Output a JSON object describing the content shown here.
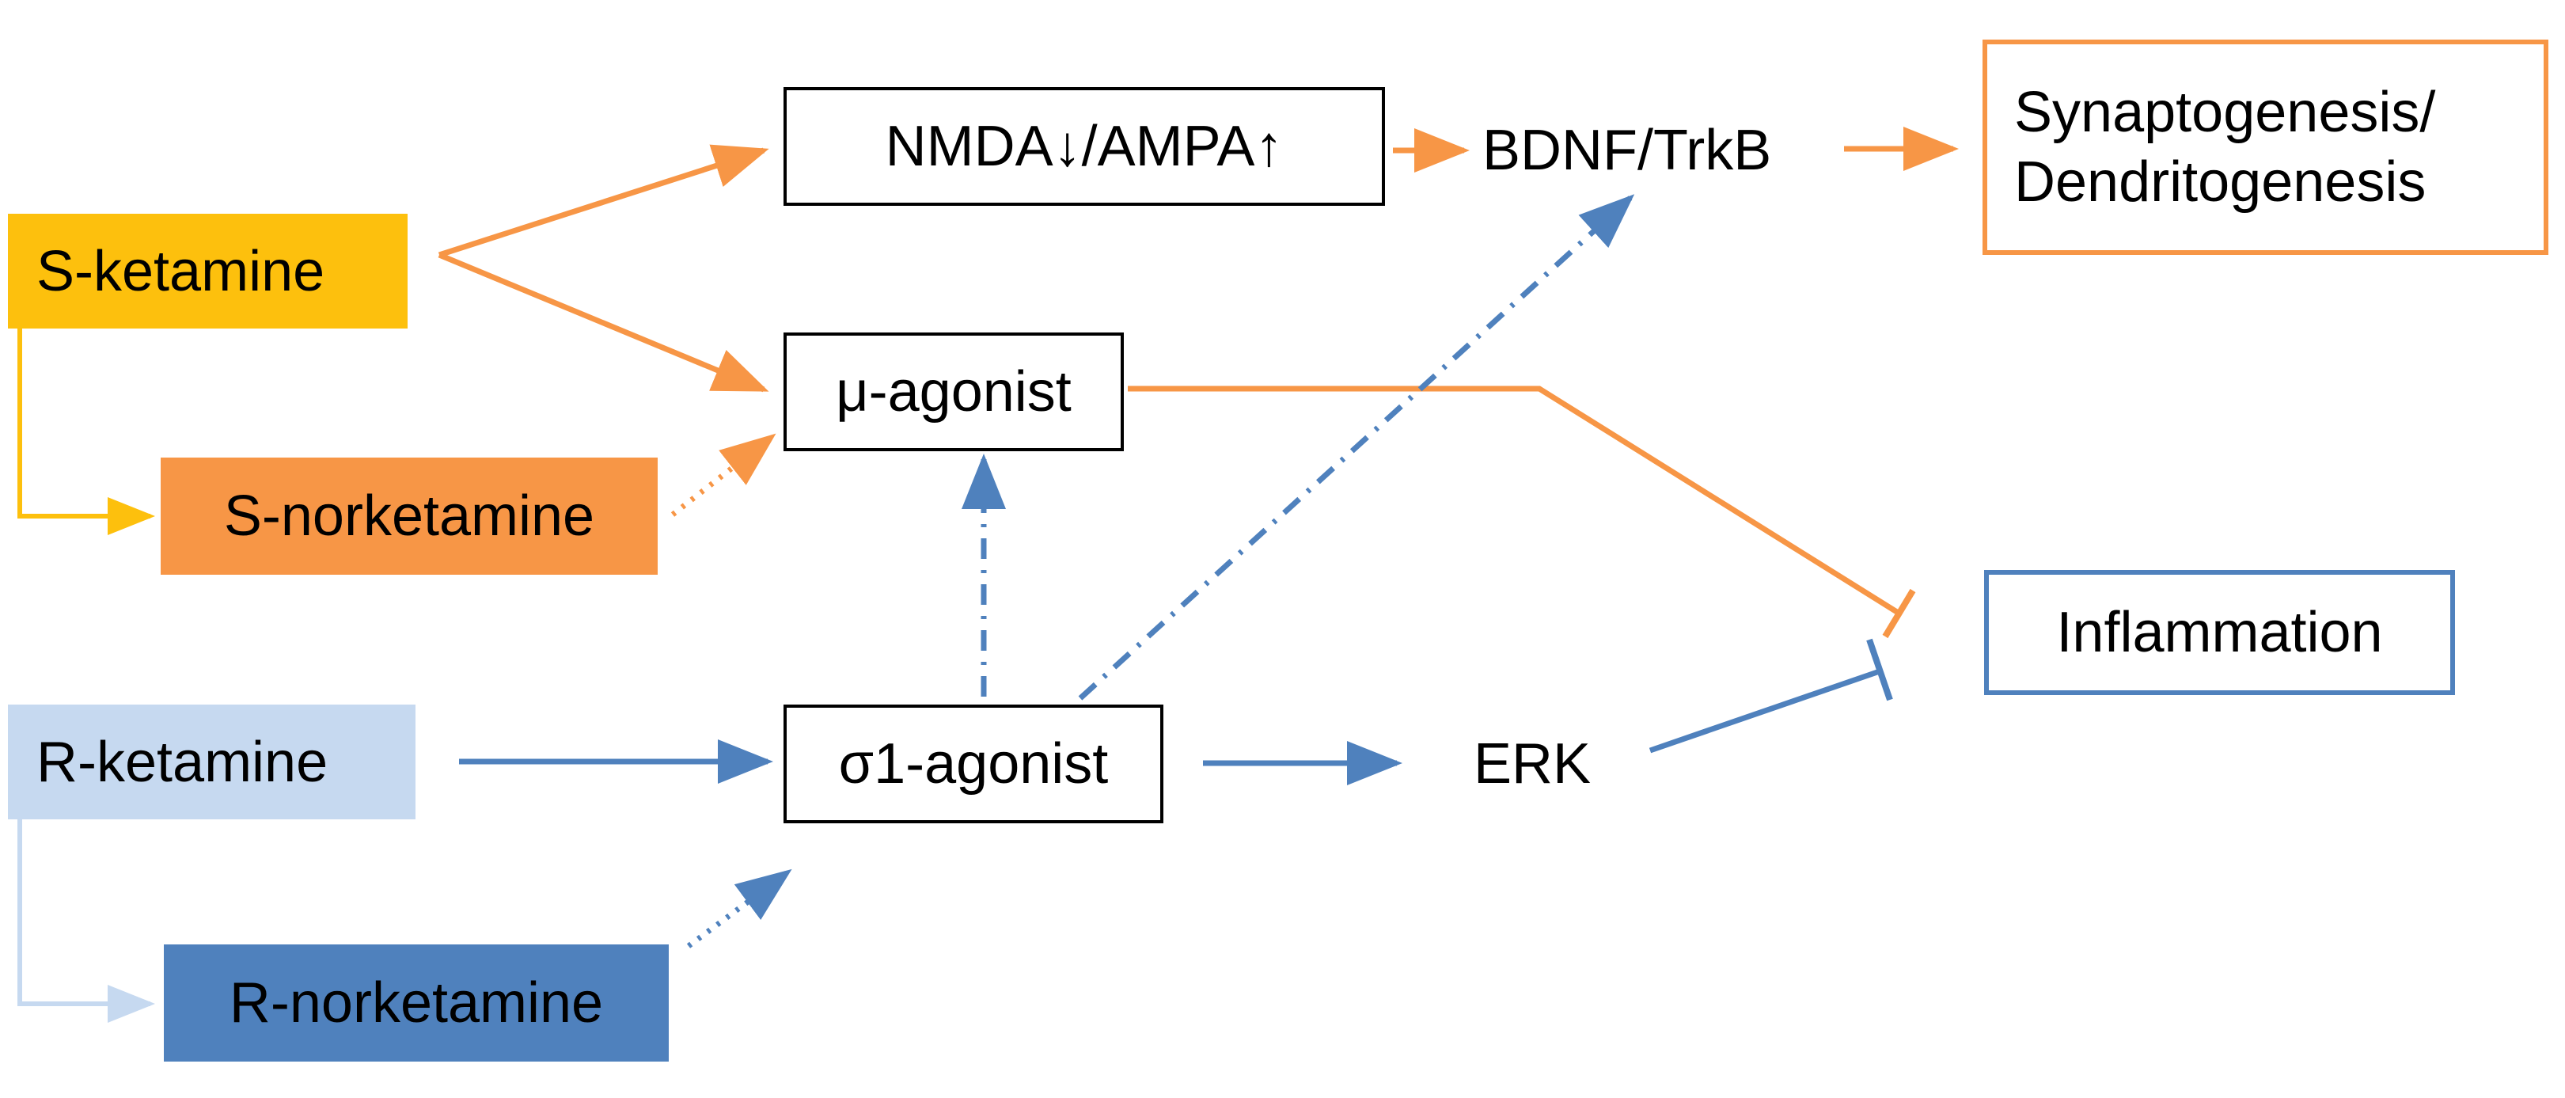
{
  "nodes": {
    "s_ketamine": "S-ketamine",
    "s_norketamine": "S-norketamine",
    "r_ketamine": "R-ketamine",
    "r_norketamine": "R-norketamine",
    "nmda_ampa": "NMDA↓/AMPA↑",
    "mu_agonist": "μ-agonist",
    "sigma1_agonist": "σ1-agonist",
    "bdnf_trkb": "BDNF/TrkB",
    "erk": "ERK",
    "synaptogenesis_line1": "Synaptogenesis/",
    "synaptogenesis_line2": "Dendritogenesis",
    "inflammation": "Inflammation"
  },
  "colors": {
    "s_ketamine_fill": "#fdc00d",
    "s_norketamine_fill": "#f79646",
    "r_ketamine_fill": "#c6d9f0",
    "r_norketamine_fill": "#4f81bd",
    "orange_arrow": "#f79646",
    "blue_arrow": "#4f81bd",
    "yellow_connector": "#fdc00d",
    "lightblue_connector": "#c6d9f0"
  },
  "edges": [
    {
      "from": "S-ketamine",
      "to": "NMDA↓/AMPA↑",
      "style": "solid",
      "color": "orange"
    },
    {
      "from": "S-ketamine",
      "to": "μ-agonist",
      "style": "solid",
      "color": "orange"
    },
    {
      "from": "S-ketamine",
      "to": "S-norketamine",
      "style": "solid",
      "color": "yellow"
    },
    {
      "from": "S-norketamine",
      "to": "μ-agonist",
      "style": "dotted",
      "color": "orange"
    },
    {
      "from": "NMDA↓/AMPA↑",
      "to": "BDNF/TrkB",
      "style": "solid",
      "color": "orange"
    },
    {
      "from": "BDNF/TrkB",
      "to": "Synaptogenesis/ Dendritogenesis",
      "style": "solid",
      "color": "orange"
    },
    {
      "from": "μ-agonist",
      "to": "Inflammation",
      "style": "inhibition",
      "color": "orange"
    },
    {
      "from": "R-ketamine",
      "to": "σ1-agonist",
      "style": "solid",
      "color": "blue"
    },
    {
      "from": "R-ketamine",
      "to": "R-norketamine",
      "style": "solid",
      "color": "lightblue"
    },
    {
      "from": "R-norketamine",
      "to": "σ1-agonist",
      "style": "dotted",
      "color": "blue"
    },
    {
      "from": "σ1-agonist",
      "to": "μ-agonist",
      "style": "dash-dot",
      "color": "blue"
    },
    {
      "from": "σ1-agonist",
      "to": "BDNF/TrkB",
      "style": "dash-dot",
      "color": "blue"
    },
    {
      "from": "σ1-agonist",
      "to": "ERK",
      "style": "solid",
      "color": "blue"
    },
    {
      "from": "ERK",
      "to": "Inflammation",
      "style": "inhibition",
      "color": "blue"
    }
  ]
}
